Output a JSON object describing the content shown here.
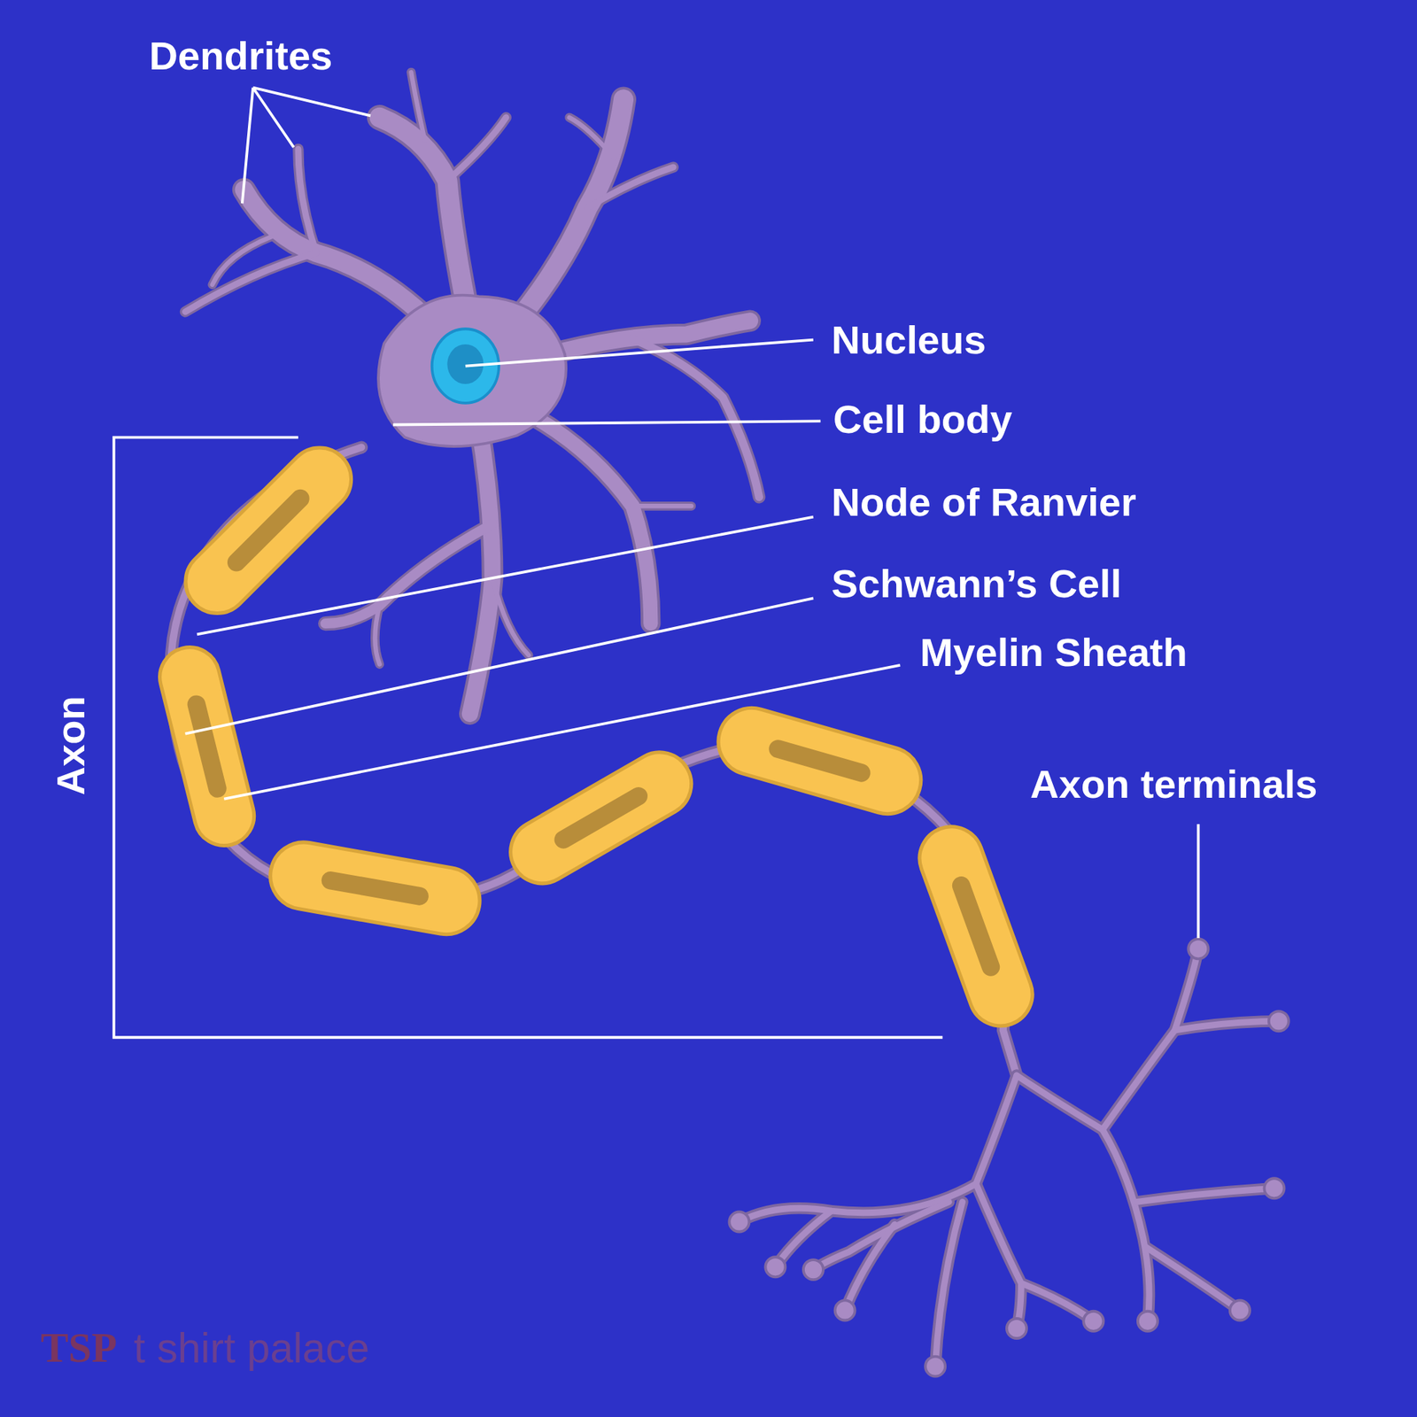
{
  "diagram": {
    "labels": [
      "Dendrites",
      "Nucleus",
      "Cell body",
      "Node of Ranvier",
      "Schwann’s Cell",
      "Myelin Sheath",
      "Axon",
      "Axon terminals",
      "TSP",
      "t shirt palace"
    ]
  }
}
